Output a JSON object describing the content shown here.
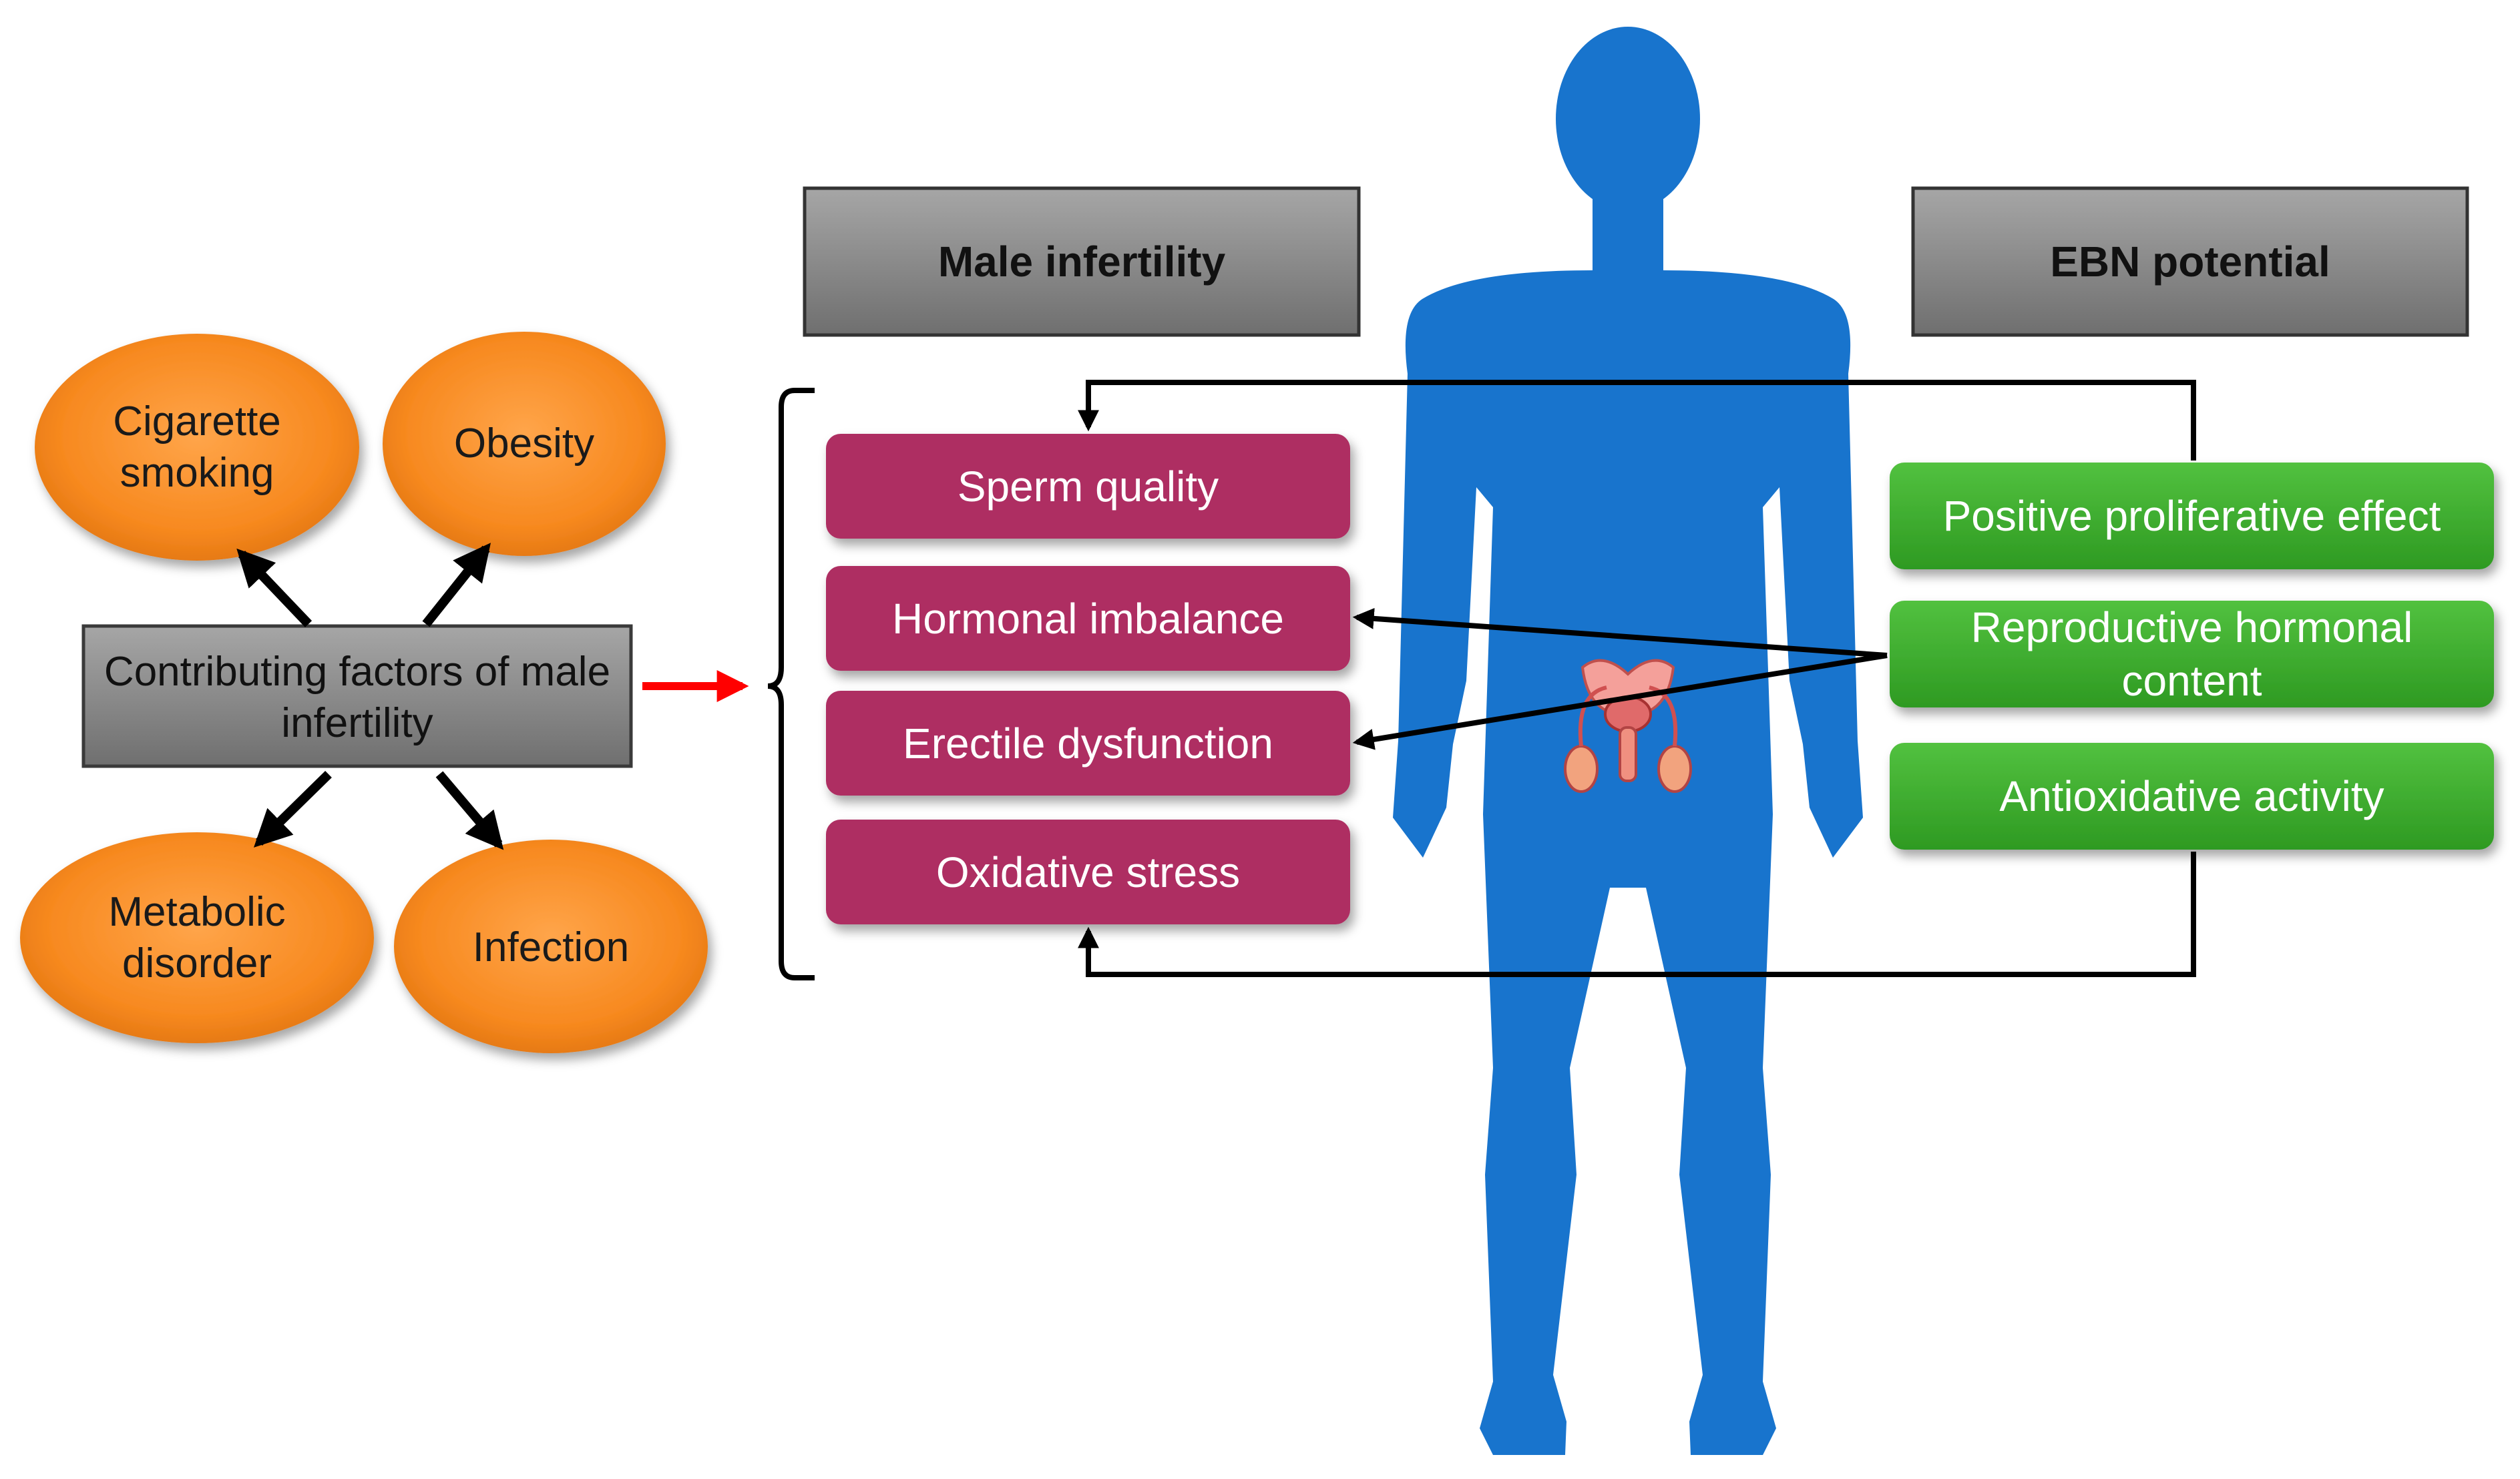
{
  "colors": {
    "orange": "#F7891F",
    "grey": "#8C8C8C",
    "crimson": "#AE2D62",
    "green": "#3EAD2E",
    "body_blue": "#1874CD",
    "arrow_red": "#FF0000",
    "arrow_black": "#000000"
  },
  "icons": {
    "human": "human-silhouette-icon",
    "organ": "male-reproductive-system-icon"
  },
  "factors": {
    "center": "Contributing factors of male infertility",
    "items": [
      "Cigarette smoking",
      "Obesity",
      "Metabolic disorder",
      "Infection"
    ]
  },
  "male_infertility": {
    "header": "Male infertility",
    "items": [
      "Sperm quality",
      "Hormonal imbalance",
      "Erectile dysfunction",
      "Oxidative stress"
    ]
  },
  "ebn": {
    "header": "EBN potential",
    "items": [
      "Positive proliferative effect",
      "Reproductive hormonal content",
      "Antioxidative activity"
    ]
  }
}
